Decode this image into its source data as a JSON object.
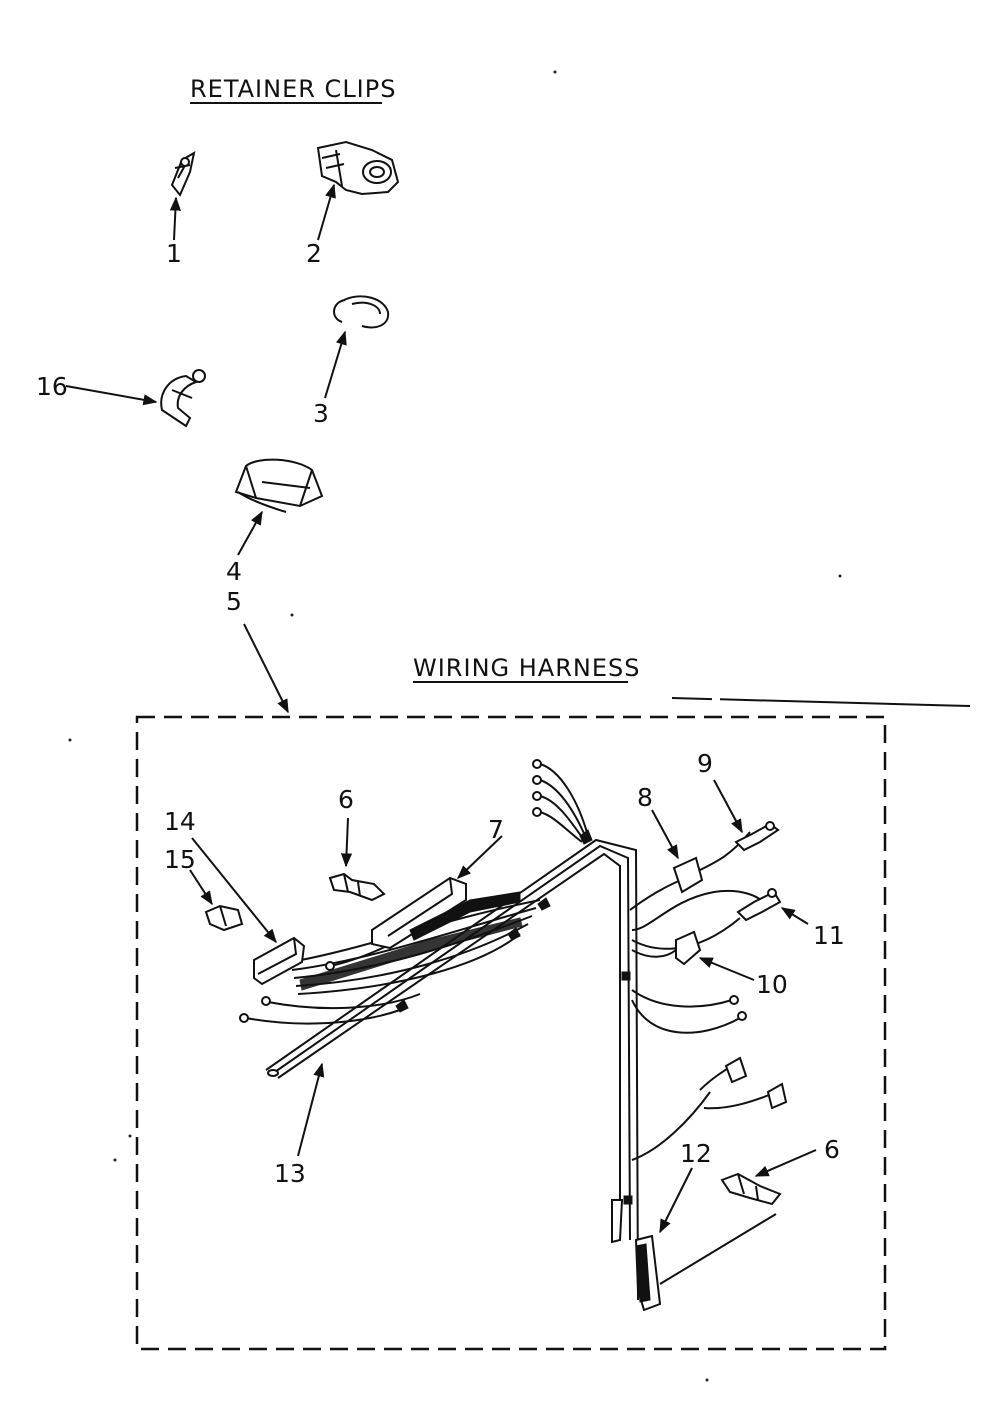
{
  "sections": {
    "retainer_clips": "RETAINER CLIPS",
    "wiring_harness": "WIRING HARNESS"
  },
  "callouts": {
    "c1": "1",
    "c2": "2",
    "c3": "3",
    "c4": "4",
    "c5": "5",
    "c6a": "6",
    "c6b": "6",
    "c7": "7",
    "c8": "8",
    "c9": "9",
    "c10": "10",
    "c11": "11",
    "c12": "12",
    "c13": "13",
    "c14": "14",
    "c15": "15",
    "c16": "16"
  }
}
